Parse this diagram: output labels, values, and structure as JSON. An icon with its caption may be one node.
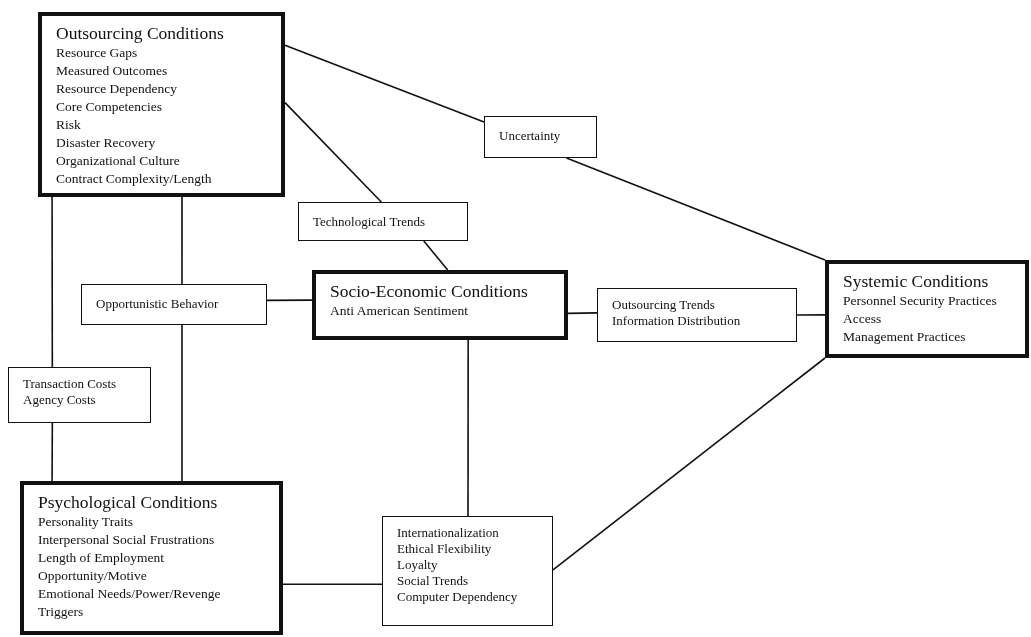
{
  "diagram": {
    "nodes": [
      {
        "text": [
          "Outsourcing Conditions",
          "Resource Gaps",
          "Measured Outcomes",
          "Resource Dependency",
          "Core Competencies",
          "Risk",
          "Disaster Recovery",
          "Organizational Culture",
          "Contract Complexity/Length"
        ]
      },
      {
        "text": [
          "Uncertainty"
        ]
      },
      {
        "text": [
          "Technological Trends"
        ]
      },
      {
        "text": [
          "Opportunistic Behavior"
        ]
      },
      {
        "text": [
          "Socio-Economic Conditions",
          "Anti American Sentiment"
        ]
      },
      {
        "text": [
          "Outsourcing Trends",
          "Information Distribution"
        ]
      },
      {
        "text": [
          "Systemic Conditions",
          "Personnel Security Practices",
          "Access",
          "Management Practices"
        ]
      },
      {
        "text": [
          "Transaction Costs",
          "Agency Costs"
        ]
      },
      {
        "text": [
          "Psychological Conditions",
          "Personality Traits",
          "Interpersonal Social Frustrations",
          "Length of Employment",
          "Opportunity/Motive",
          "Emotional Needs/Power/Revenge",
          "Triggers"
        ]
      },
      {
        "text": [
          "Internationalization",
          "Ethical Flexibility",
          "Loyalty",
          "Social Trends",
          "Computer Dependency"
        ]
      }
    ],
    "edges": [
      {
        "from": 0,
        "to": 1,
        "arrow": "none"
      },
      {
        "from": 1,
        "to": 6,
        "arrow": "none"
      },
      {
        "from": 0,
        "to": 2,
        "arrow": "none"
      },
      {
        "from": 2,
        "to": 4,
        "arrow": "none"
      },
      {
        "from": 0,
        "to": 7,
        "arrow": "none"
      },
      {
        "from": 0,
        "to": 3,
        "arrow": "none"
      },
      {
        "from": 3,
        "to": 4,
        "arrow": "none"
      },
      {
        "from": 4,
        "to": 5,
        "arrow": "none"
      },
      {
        "from": 5,
        "to": 6,
        "arrow": "none"
      },
      {
        "from": 7,
        "to": 8,
        "arrow": "none"
      },
      {
        "from": 3,
        "to": 8,
        "arrow": "none"
      },
      {
        "from": 4,
        "to": 9,
        "arrow": "none"
      },
      {
        "from": 8,
        "to": 9,
        "arrow": "none"
      },
      {
        "from": 9,
        "to": 6,
        "arrow": "none"
      }
    ]
  }
}
